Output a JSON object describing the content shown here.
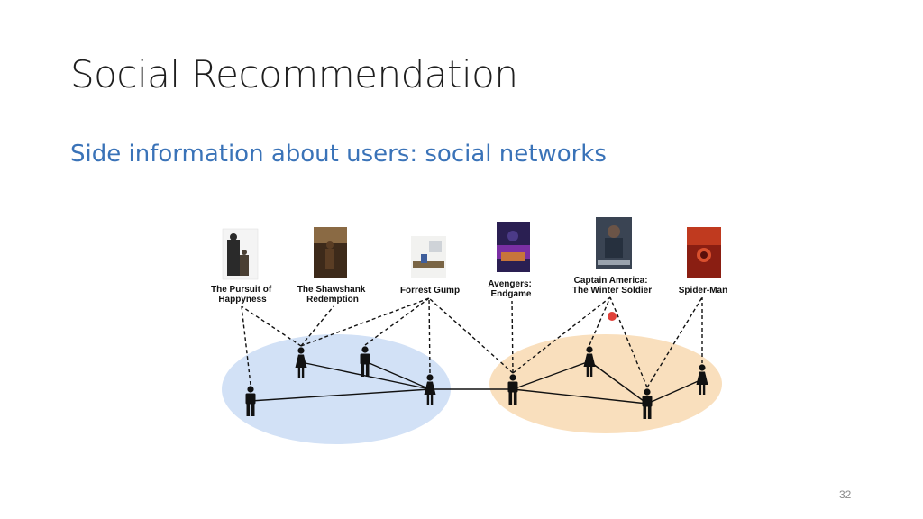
{
  "slide": {
    "title": "Social Recommendation",
    "subtitle": "Side information about users: social networks",
    "page_number": "32"
  },
  "movies": [
    {
      "id": "pursuit",
      "label_lines": [
        "The Pursuit of",
        "Happyness"
      ]
    },
    {
      "id": "shawshank",
      "label_lines": [
        "The Shawshank",
        "Redemption"
      ]
    },
    {
      "id": "forrest",
      "label_lines": [
        "Forrest Gump"
      ]
    },
    {
      "id": "avengers",
      "label_lines": [
        "Avengers:",
        "Endgame"
      ]
    },
    {
      "id": "captain",
      "label_lines": [
        "Captain America:",
        "The Winter Soldier"
      ]
    },
    {
      "id": "spiderman",
      "label_lines": [
        "Spider-Man"
      ]
    }
  ],
  "users": [
    {
      "id": "u1",
      "gender": "male",
      "group": "blue"
    },
    {
      "id": "u2",
      "gender": "female",
      "group": "blue"
    },
    {
      "id": "u3",
      "gender": "male",
      "group": "blue"
    },
    {
      "id": "u4",
      "gender": "female",
      "group": "blue"
    },
    {
      "id": "u5",
      "gender": "male",
      "group": "orange"
    },
    {
      "id": "u6",
      "gender": "female",
      "group": "orange"
    },
    {
      "id": "u7",
      "gender": "male",
      "group": "orange"
    },
    {
      "id": "u8",
      "gender": "female",
      "group": "orange"
    }
  ],
  "social_links": [
    [
      "u1",
      "u4"
    ],
    [
      "u2",
      "u4"
    ],
    [
      "u3",
      "u4"
    ],
    [
      "u4",
      "u5"
    ],
    [
      "u5",
      "u6"
    ],
    [
      "u5",
      "u7"
    ],
    [
      "u6",
      "u7"
    ],
    [
      "u7",
      "u8"
    ]
  ],
  "rating_links": [
    [
      "u1",
      "pursuit"
    ],
    [
      "u2",
      "pursuit"
    ],
    [
      "u2",
      "shawshank"
    ],
    [
      "u2",
      "forrest"
    ],
    [
      "u3",
      "forrest"
    ],
    [
      "u4",
      "forrest"
    ],
    [
      "u5",
      "forrest"
    ],
    [
      "u5",
      "avengers"
    ],
    [
      "u5",
      "captain"
    ],
    [
      "u6",
      "captain"
    ],
    [
      "u7",
      "captain"
    ],
    [
      "u7",
      "spiderman"
    ],
    [
      "u8",
      "spiderman"
    ]
  ],
  "colors": {
    "blue_group_fill": "#d2e1f6",
    "orange_group_fill": "#f9dfbd",
    "subtitle": "#3a73b8",
    "link": "#111111",
    "cursor_dot": "#e0413a"
  }
}
